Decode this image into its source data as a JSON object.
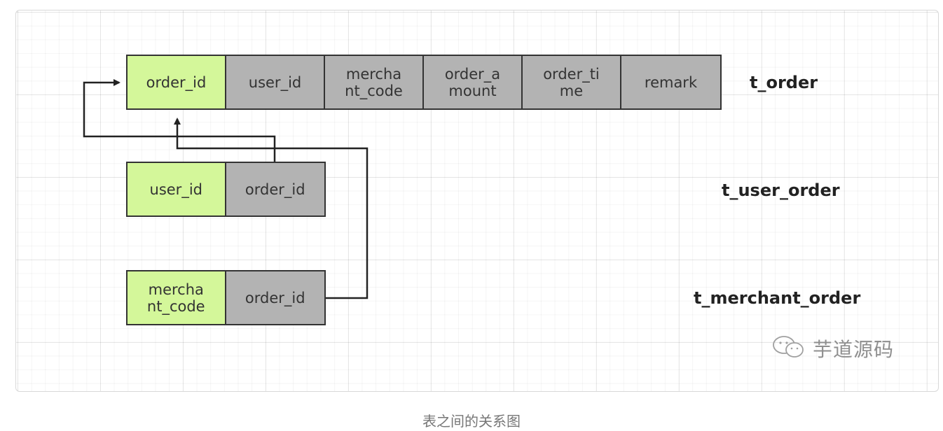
{
  "tables": [
    {
      "name": "t_order",
      "columns": [
        {
          "label": "order_id",
          "key": true
        },
        {
          "label": "user_id",
          "key": false
        },
        {
          "label": "mercha\nnt_code",
          "key": false
        },
        {
          "label": "order_a\nmount",
          "key": false
        },
        {
          "label": "order_ti\nme",
          "key": false
        },
        {
          "label": "remark",
          "key": false
        }
      ]
    },
    {
      "name": "t_user_order",
      "columns": [
        {
          "label": "user_id",
          "key": true
        },
        {
          "label": "order_id",
          "key": false
        }
      ]
    },
    {
      "name": "t_merchant_order",
      "columns": [
        {
          "label": "mercha\nnt_code",
          "key": true
        },
        {
          "label": "order_id",
          "key": false
        }
      ]
    }
  ],
  "relations": [
    {
      "from": "t_merchant_order.order_id",
      "to": "t_order.order_id"
    },
    {
      "from": "t_user_order.order_id",
      "to": "t_order.order_id"
    }
  ],
  "colors": {
    "key_cell": "#d4f79a",
    "plain_cell": "#b3b3b3",
    "border": "#333333"
  },
  "watermark": {
    "text": "芋道源码",
    "icon": "wechat-icon"
  },
  "caption": "表之间的关系图"
}
